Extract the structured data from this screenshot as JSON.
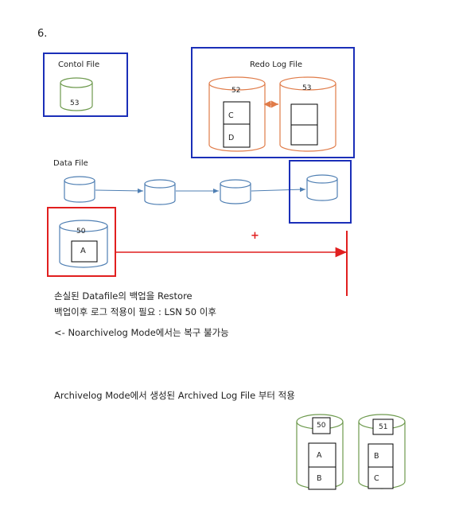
{
  "section_number": "6.",
  "control_file": {
    "title": "Contol File",
    "cyl_label": "53"
  },
  "redo_log": {
    "title": "Redo Log File",
    "group1": {
      "label": "52",
      "cells": [
        "C",
        "D"
      ]
    },
    "group2": {
      "label": "53",
      "cells": [
        "",
        ""
      ]
    }
  },
  "data_file": {
    "title": "Data File"
  },
  "restored_backup": {
    "cyl_label": "50",
    "cell": "A"
  },
  "plus_marker": "+",
  "notes": {
    "line1": "손실된 Datafile의 백업을 Restore",
    "line2": "백업이후 로그 적용이 필요 : LSN 50 이후",
    "line3": "<- Noarchivelog Mode에서는 복구 불가능",
    "line4": "Archivelog Mode에서 생성된 Archived Log File 부터 적용"
  },
  "archived_logs": [
    {
      "label": "50",
      "cells": [
        "A",
        "B"
      ]
    },
    {
      "label": "51",
      "cells": [
        "B",
        "C"
      ]
    }
  ],
  "colors": {
    "green": "#6e9a4e",
    "orange": "#e07b48",
    "blue": "#1b2fb8",
    "cyl_blue": "#4f7fb3",
    "red": "#e11f1f"
  }
}
